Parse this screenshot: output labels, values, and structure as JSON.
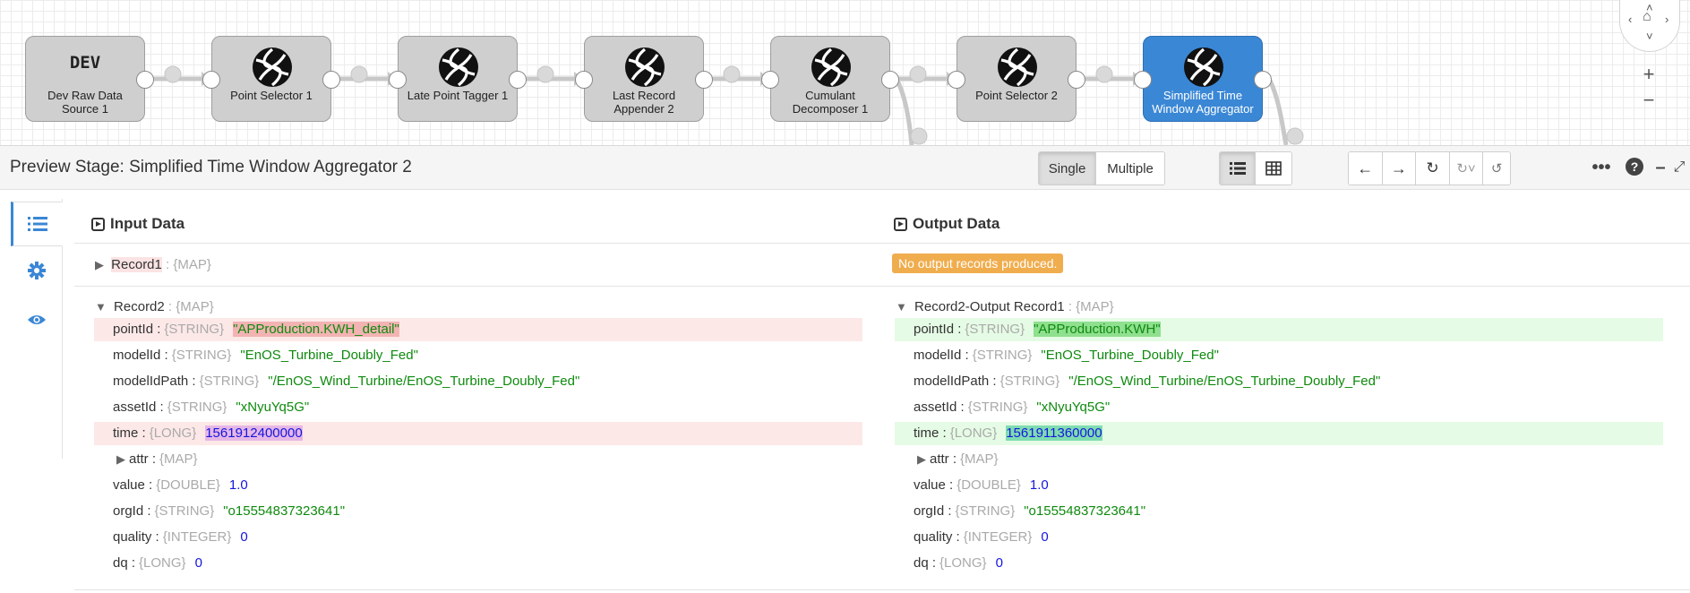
{
  "pipeline": {
    "stages": [
      {
        "id": "dev",
        "dev_text": "DEV",
        "label_lines": [
          "Dev Raw Data",
          "Source 1"
        ]
      },
      {
        "id": "ps1",
        "label_lines": [
          "Point Selector 1"
        ]
      },
      {
        "id": "lpt",
        "label_lines": [
          "Late Point Tagger 1"
        ]
      },
      {
        "id": "lra",
        "label_lines": [
          "Last Record",
          "Appender 2"
        ]
      },
      {
        "id": "cd",
        "label_lines": [
          "Cumulant",
          "Decomposer 1"
        ]
      },
      {
        "id": "ps2",
        "label_lines": [
          "Point Selector 2"
        ]
      },
      {
        "id": "stwa",
        "label_lines": [
          "Simplified Time",
          "Window Aggregator"
        ],
        "active": true
      }
    ],
    "zoom_in": "+",
    "zoom_out": "−"
  },
  "preview": {
    "title": "Preview Stage: Simplified Time Window Aggregator 2",
    "mode_single": "Single",
    "mode_multiple": "Multiple",
    "selected_mode": "Single",
    "selected_view": "list"
  },
  "input": {
    "title": "Input Data",
    "record1": {
      "name": "Record1",
      "type": "{MAP}"
    },
    "record2": {
      "name": "Record2",
      "type": "{MAP}"
    },
    "fields": [
      {
        "key": "pointId",
        "type": "{STRING}",
        "value": "\"APProduction.KWH_detail\"",
        "kind": "s",
        "changed": true
      },
      {
        "key": "modelId",
        "type": "{STRING}",
        "value": "\"EnOS_Turbine_Doubly_Fed\"",
        "kind": "s"
      },
      {
        "key": "modelIdPath",
        "type": "{STRING}",
        "value": "\"/EnOS_Wind_Turbine/EnOS_Turbine_Doubly_Fed\"",
        "kind": "s"
      },
      {
        "key": "assetId",
        "type": "{STRING}",
        "value": "\"xNyuYq5G\"",
        "kind": "s"
      },
      {
        "key": "time",
        "type": "{LONG}",
        "value": "1561912400000",
        "kind": "n",
        "changed": true
      },
      {
        "key": "attr",
        "type": "{MAP}",
        "value": "",
        "kind": "map"
      },
      {
        "key": "value",
        "type": "{DOUBLE}",
        "value": "1.0",
        "kind": "n"
      },
      {
        "key": "orgId",
        "type": "{STRING}",
        "value": "\"o15554837323641\"",
        "kind": "s"
      },
      {
        "key": "quality",
        "type": "{INTEGER}",
        "value": "0",
        "kind": "n"
      },
      {
        "key": "dq",
        "type": "{LONG}",
        "value": "0",
        "kind": "n"
      }
    ]
  },
  "output": {
    "title": "Output Data",
    "no_output": "No output records produced.",
    "record": {
      "name": "Record2-Output Record1",
      "type": "{MAP}"
    },
    "fields": [
      {
        "key": "pointId",
        "type": "{STRING}",
        "value": "\"APProduction.KWH\"",
        "kind": "s",
        "changed": true
      },
      {
        "key": "modelId",
        "type": "{STRING}",
        "value": "\"EnOS_Turbine_Doubly_Fed\"",
        "kind": "s"
      },
      {
        "key": "modelIdPath",
        "type": "{STRING}",
        "value": "\"/EnOS_Wind_Turbine/EnOS_Turbine_Doubly_Fed\"",
        "kind": "s"
      },
      {
        "key": "assetId",
        "type": "{STRING}",
        "value": "\"xNyuYq5G\"",
        "kind": "s"
      },
      {
        "key": "time",
        "type": "{LONG}",
        "value": "1561911360000",
        "kind": "n",
        "changed": true
      },
      {
        "key": "attr",
        "type": "{MAP}",
        "value": "",
        "kind": "map"
      },
      {
        "key": "value",
        "type": "{DOUBLE}",
        "value": "1.0",
        "kind": "n"
      },
      {
        "key": "orgId",
        "type": "{STRING}",
        "value": "\"o15554837323641\"",
        "kind": "s"
      },
      {
        "key": "quality",
        "type": "{INTEGER}",
        "value": "0",
        "kind": "n"
      },
      {
        "key": "dq",
        "type": "{LONG}",
        "value": "0",
        "kind": "n"
      }
    ]
  },
  "colors": {
    "accent": "#3a87d5",
    "warning": "#f0ad4e",
    "string": "#0e8a0e",
    "number": "#1515e0"
  }
}
